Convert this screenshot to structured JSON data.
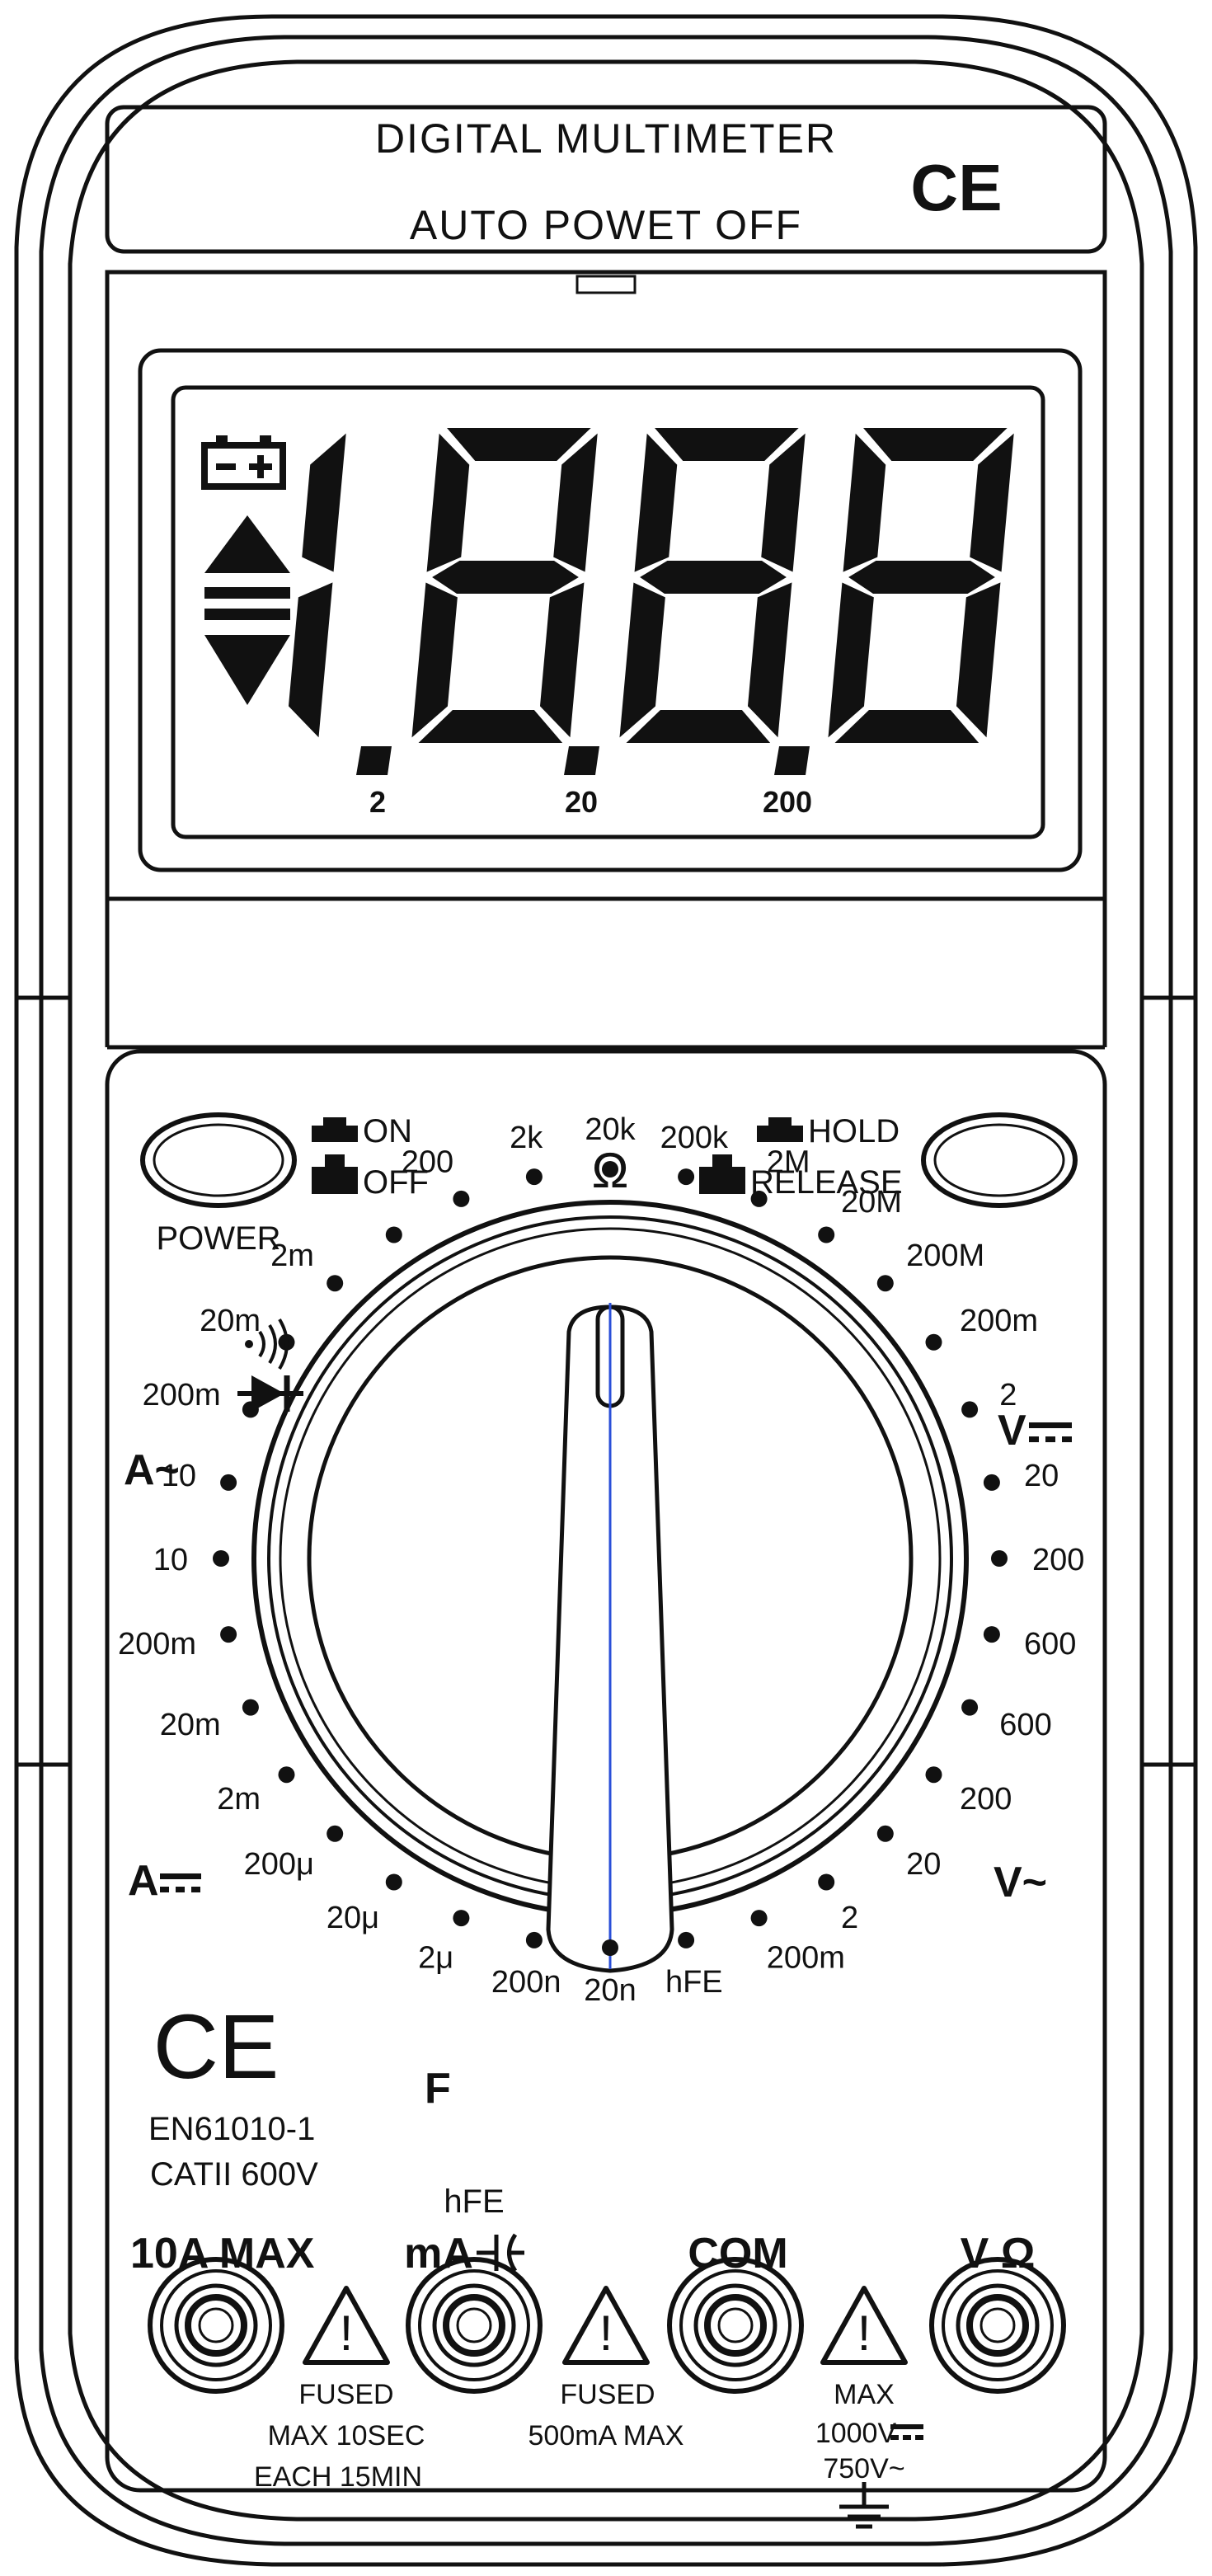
{
  "header": {
    "title": "DIGITAL MULTIMETER",
    "subtitle": "AUTO POWET OFF",
    "mark": "CE"
  },
  "display": {
    "digits": "1888",
    "decimal_labels": [
      "2",
      "20",
      "200"
    ]
  },
  "buttons": {
    "power": {
      "label": "POWER",
      "on_label": "ON",
      "off_label": "OFF"
    },
    "hold": {
      "on_label": "HOLD",
      "off_label": "RELEASE"
    }
  },
  "dial": {
    "top_symbol": "Ω",
    "positions": [
      {
        "label": "200k"
      },
      {
        "label": "2M"
      },
      {
        "label": "20M"
      },
      {
        "label": "200M"
      },
      {
        "label": "200m"
      },
      {
        "label": "2"
      },
      {
        "label": "20"
      },
      {
        "label": "200"
      },
      {
        "label": "600"
      },
      {
        "label": "600"
      },
      {
        "label": "200"
      },
      {
        "label": "20"
      },
      {
        "label": "2"
      },
      {
        "label": "200m"
      },
      {
        "label": "hFE"
      },
      {
        "label": "20n"
      },
      {
        "label": "200n"
      },
      {
        "label": "2μ"
      },
      {
        "label": "20μ"
      },
      {
        "label": "200μ"
      },
      {
        "label": "2m"
      },
      {
        "label": "20m"
      },
      {
        "label": "200m"
      },
      {
        "label": "10"
      },
      {
        "label": "10"
      },
      {
        "label": "200m"
      },
      {
        "label": "20m"
      },
      {
        "label": "2m"
      },
      {
        "label": ""
      },
      {
        "label": "200"
      },
      {
        "label": "2k"
      },
      {
        "label": "20k"
      }
    ],
    "range_labels": {
      "v_dc": "V",
      "v_ac": "V~",
      "a_ac": "A~",
      "a_dc": "A",
      "f": "F"
    }
  },
  "compliance": {
    "mark": "CE",
    "standard": "EN61010-1",
    "category": "CATII 600V"
  },
  "jacks": [
    {
      "label": "10A MAX",
      "warning_top": "FUSED",
      "warning_lines": [
        "MAX 10SEC",
        "EACH 15MIN"
      ]
    },
    {
      "label_top": "hFE",
      "label": "mA",
      "warning_top": "FUSED",
      "warning_lines": [
        "500mA MAX"
      ]
    },
    {
      "label": "COM"
    },
    {
      "label": "V Ω",
      "warning_top": "MAX",
      "warning_lines": [
        "1000V",
        "750V~"
      ]
    }
  ],
  "colors": {
    "outline": "#111111",
    "pointer_line": "#2a4fd8",
    "background": "#ffffff"
  }
}
